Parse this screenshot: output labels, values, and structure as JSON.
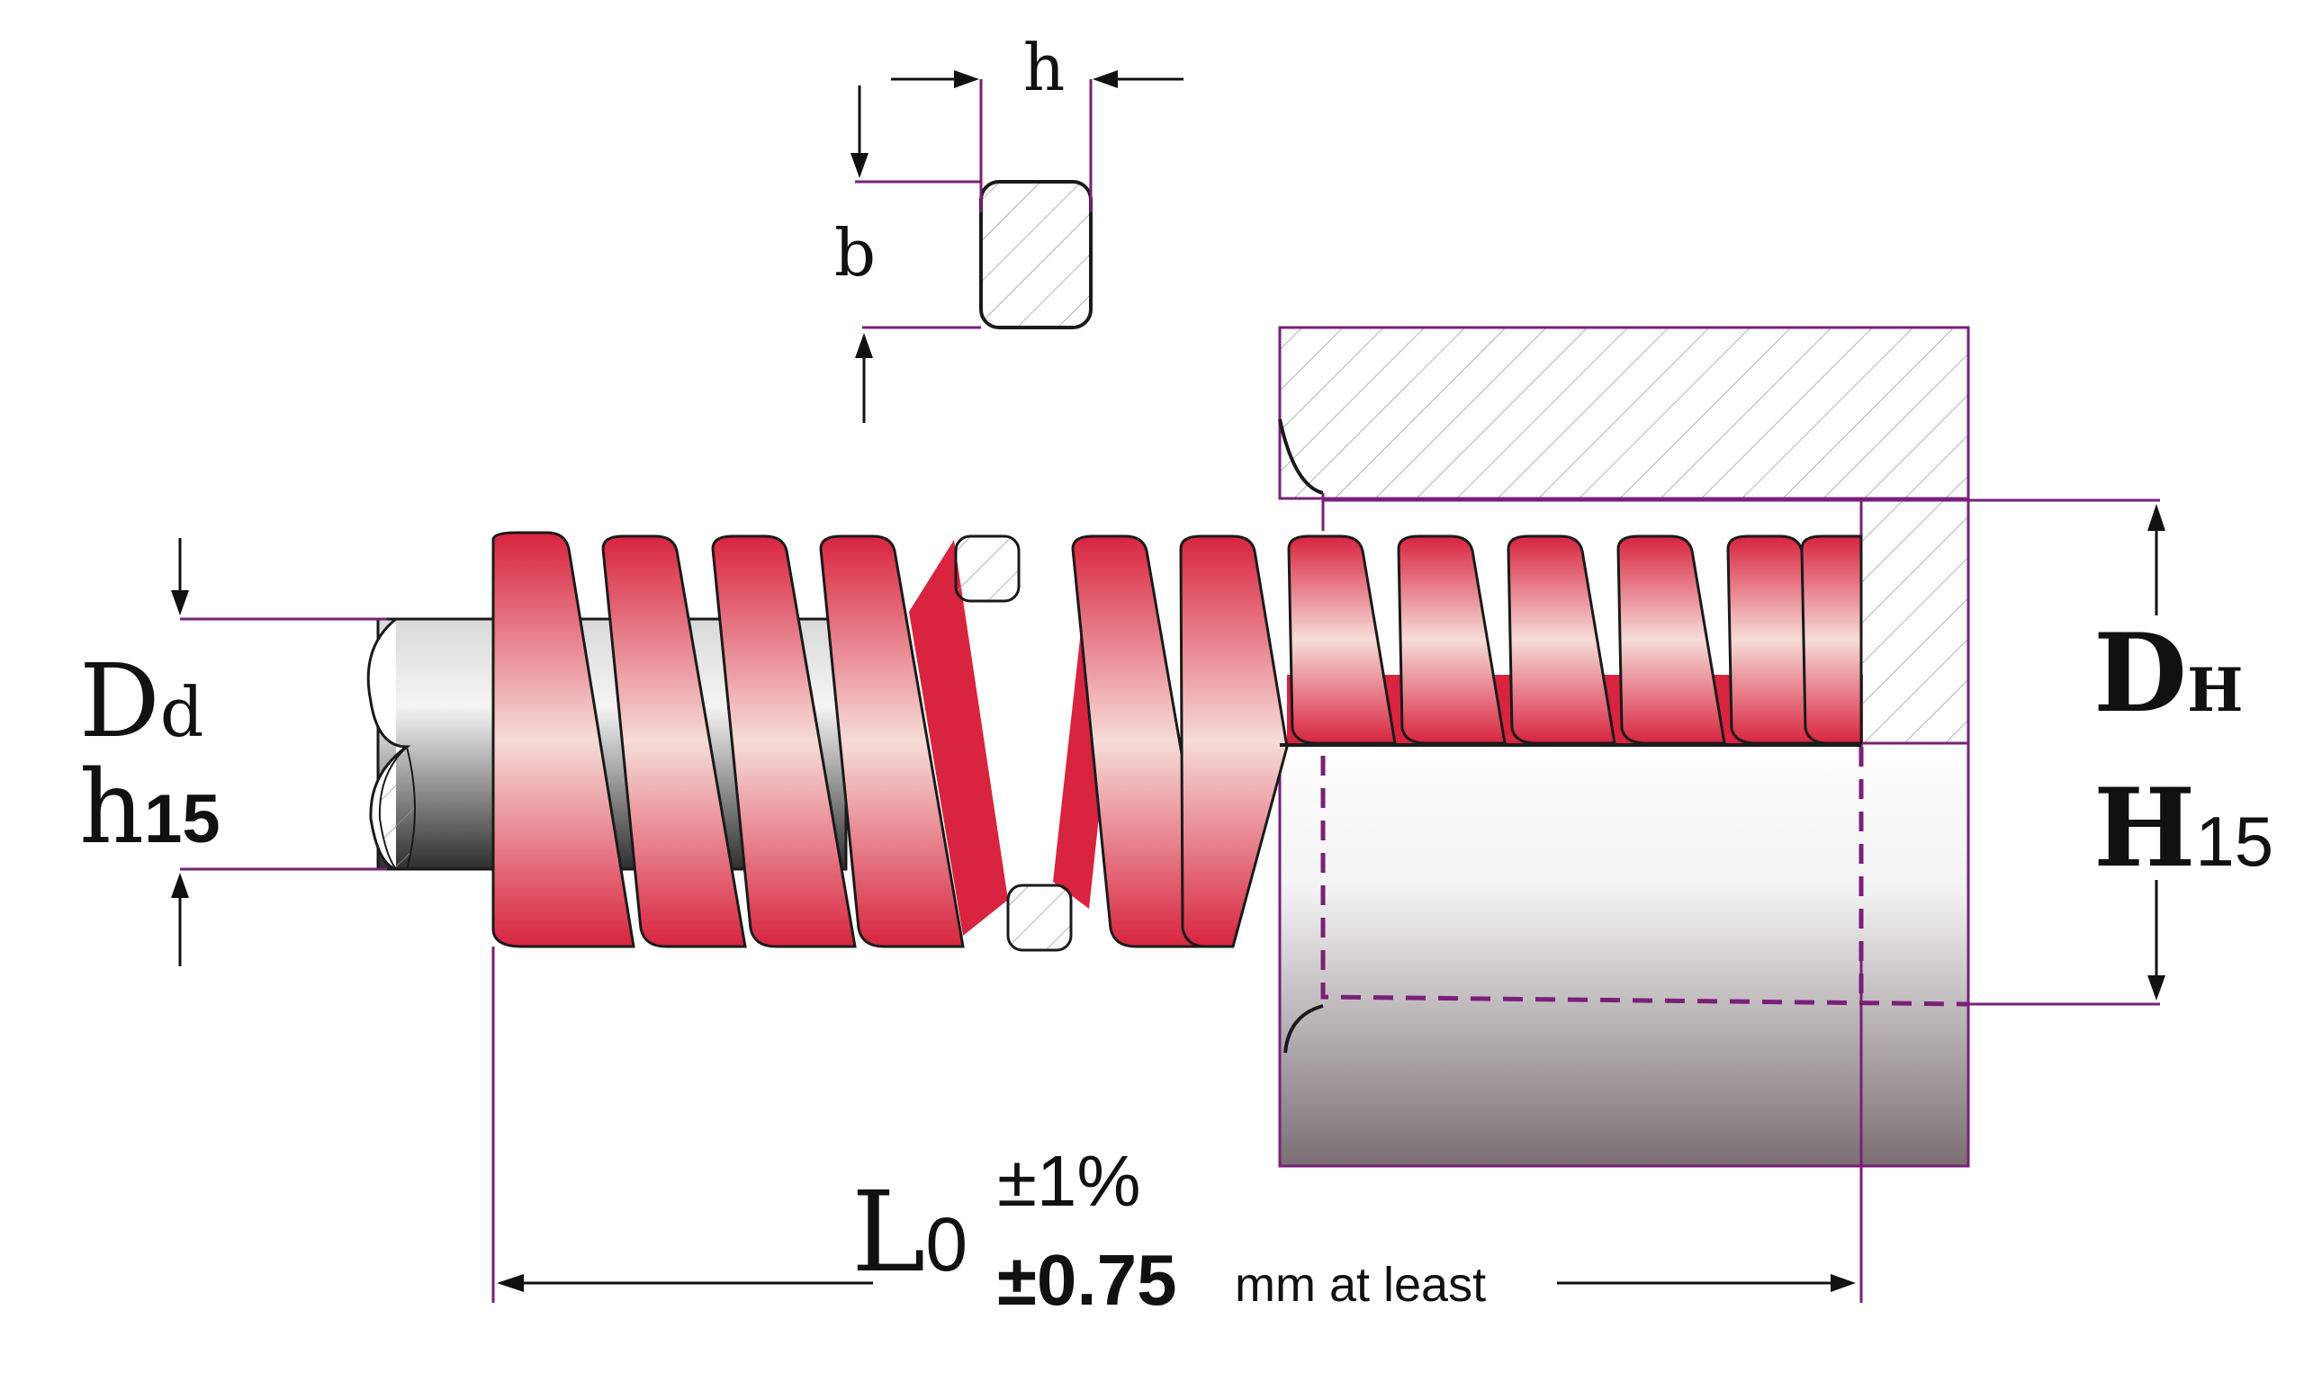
{
  "labels": {
    "profile_width": "h",
    "profile_height": "b",
    "rod_symbol": "D",
    "rod_subscript": "d",
    "rod_tolerance_letter": "h",
    "rod_tolerance_number": "15",
    "hole_symbol": "D",
    "hole_subscript": "H",
    "hole_tolerance_letter": "H",
    "hole_tolerance_number": "15",
    "length_symbol": "L",
    "length_subscript": "0",
    "length_tolerance_percent": "±1%",
    "length_tolerance_mm": "±0.75",
    "length_tolerance_note": "mm at least"
  },
  "colors": {
    "spring_red": "#d8243f",
    "spring_highlight": "#f6dcd8",
    "dimension_line": "#7a1f7a",
    "rod_dark": "#2e2e2e",
    "bore_dark": "#7a6f72"
  }
}
